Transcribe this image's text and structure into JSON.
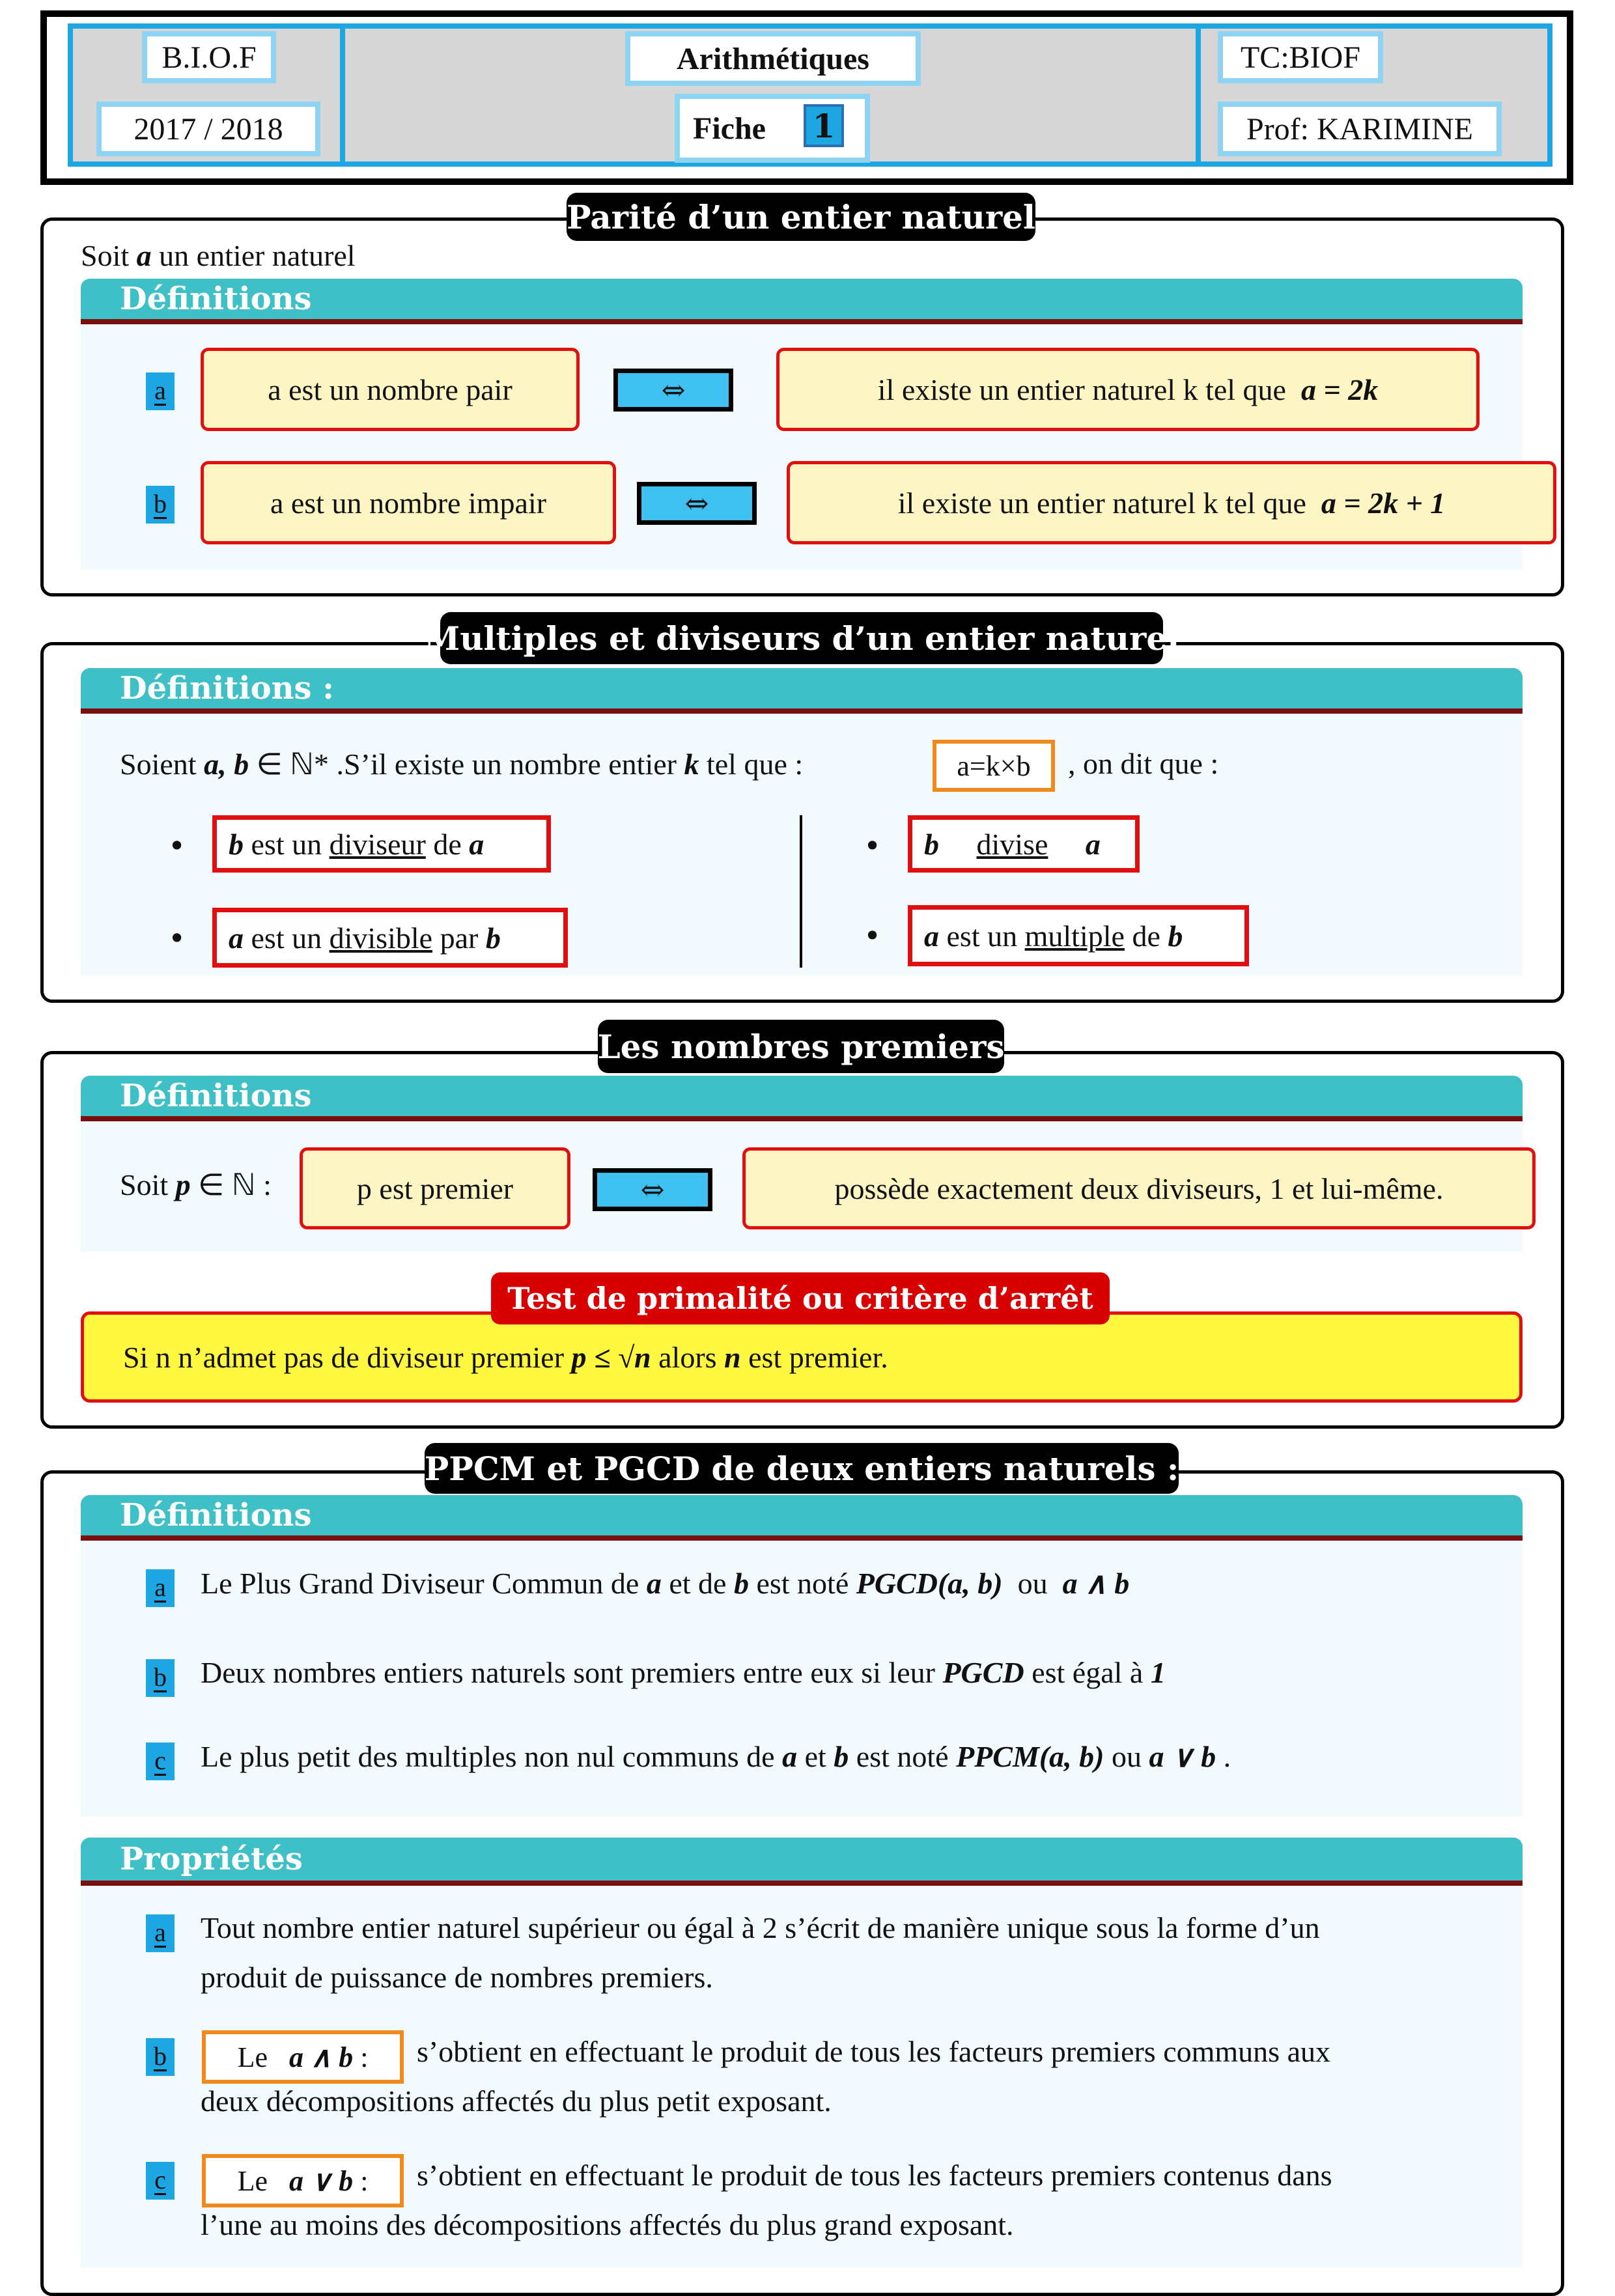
{
  "header": {
    "left_top": "B.I.O.F",
    "left_bottom": "2017 / 2018",
    "center_title": "Arithmétiques",
    "center_fiche": "Fiche",
    "center_number": "1",
    "right_top": "TC:BIOF",
    "right_bottom": "Prof: KARIMINE"
  },
  "parity": {
    "title": "Parité d’un entier naturel",
    "intro_pre": "Soit",
    "intro_var": "a",
    "intro_post": "un entier naturel",
    "def_label": "Définitions",
    "iff": "⇔",
    "rows": [
      {
        "label": "a",
        "left": "a est un nombre pair",
        "right_text": "il existe un entier naturel k tel que",
        "right_math": "a = 2k"
      },
      {
        "label": "b",
        "left": "a est un nombre impair",
        "right_text": "il existe un entier naturel k tel que",
        "right_math": "a = 2k + 1"
      }
    ]
  },
  "multiples": {
    "title": "Multiples et diviseurs d’un entier naturel",
    "def_label": "Définitions :",
    "intro_pre": "Soient",
    "intro_math": "a, b",
    "intro_set": "∈ ℕ*",
    "intro_mid": ".S’il existe un nombre entier",
    "intro_k": "k",
    "intro_post": "tel que :",
    "formula": "a=k×b",
    "intro_end": ", on dit que :",
    "bullet": "•",
    "items": {
      "b1_var1": "b",
      "b1_text1": "est un",
      "b1_word": "diviseur",
      "b1_text2": "de",
      "b1_var2": "a",
      "b2_var1": "a",
      "b2_text1": "est un",
      "b2_word": "divisible",
      "b2_text2": "par",
      "b2_var2": "b",
      "b3_var1": "b",
      "b3_word": "divise",
      "b3_var2": "a",
      "b4_var1": "a",
      "b4_text1": "est un",
      "b4_word": "multiple",
      "b4_text2": "de",
      "b4_var2": "b"
    }
  },
  "primes": {
    "title": "Les nombres premiers",
    "def_label": "Définitions",
    "soit": "Soit",
    "p_var": "p",
    "p_set": "∈ ℕ :",
    "left": "p est premier",
    "iff": "⇔",
    "right": "possède exactement deux diviseurs, 1 et lui-même.",
    "test_title": "Test de primalité ou critère d’arrêt",
    "test_pre": "Si n n’admet pas de diviseur premier",
    "test_math": "p ≤ √n",
    "test_mid": "alors",
    "test_n": "n",
    "test_post": "est premier."
  },
  "ppcm": {
    "title": "PPCM et PGCD de deux entiers naturels :",
    "def_label": "Définitions",
    "defs": [
      {
        "label": "a",
        "t1": "Le Plus Grand Diviseur Commun de",
        "v1": "a",
        "t2": "et de",
        "v2": "b",
        "t3": "est noté",
        "m1": "PGCD(a, b)",
        "t4": "ou",
        "m2": "a ∧ b"
      },
      {
        "label": "b",
        "t1": "Deux nombres entiers naturels sont premiers entre eux si leur",
        "m1": "PGCD",
        "t2": "est égal à",
        "m2": "1"
      },
      {
        "label": "c",
        "t1": "Le plus petit des multiples non nul communs de",
        "v1": "a",
        "t2": "et",
        "v2": "b",
        "t3": "est noté",
        "m1": "PPCM(a, b)",
        "t4": "ou",
        "m2": "a ∨ b",
        "t5": "."
      }
    ],
    "prop_label": "Propriétés",
    "props": [
      {
        "label": "a",
        "line1": "Tout nombre entier naturel supérieur ou égal à 2 s’écrit de manière unique sous la forme d’un",
        "line2": "produit de puissance de nombres premiers."
      },
      {
        "label": "b",
        "box_pre": "Le",
        "box_math": "a ∧ b",
        "box_post": ":",
        "line1": "s’obtient en effectuant le produit de tous les facteurs premiers communs aux",
        "line2": "deux décompositions affectés du plus petit exposant."
      },
      {
        "label": "c",
        "box_pre": "Le",
        "box_math": "a ∨ b",
        "box_post": ":",
        "line1": "s’obtient en effectuant le produit de tous les facteurs premiers contenus dans",
        "line2": "l’une au moins des décompositions affectés du plus grand exposant."
      }
    ]
  }
}
